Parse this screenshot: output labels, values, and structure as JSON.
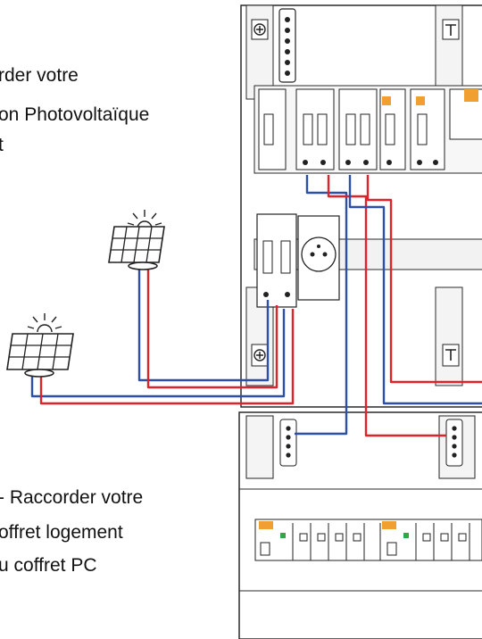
{
  "instructions": {
    "top_lines": [
      "rder votre",
      "on Photovoltaïque",
      "t"
    ],
    "bottom_lines": [
      "- Raccorder votre",
      "offret logement",
      "u coffret PC"
    ]
  },
  "colors": {
    "cable_positive": "#e0222b",
    "cable_negative": "#2c4fa8",
    "panel_cell": "#ffffff",
    "stroke": "#2a2a2a",
    "accent_orange": "#f0a030",
    "indicator_green": "#2fa84a"
  },
  "icons": [
    "solar-panel-icon",
    "solar-panel-icon"
  ]
}
